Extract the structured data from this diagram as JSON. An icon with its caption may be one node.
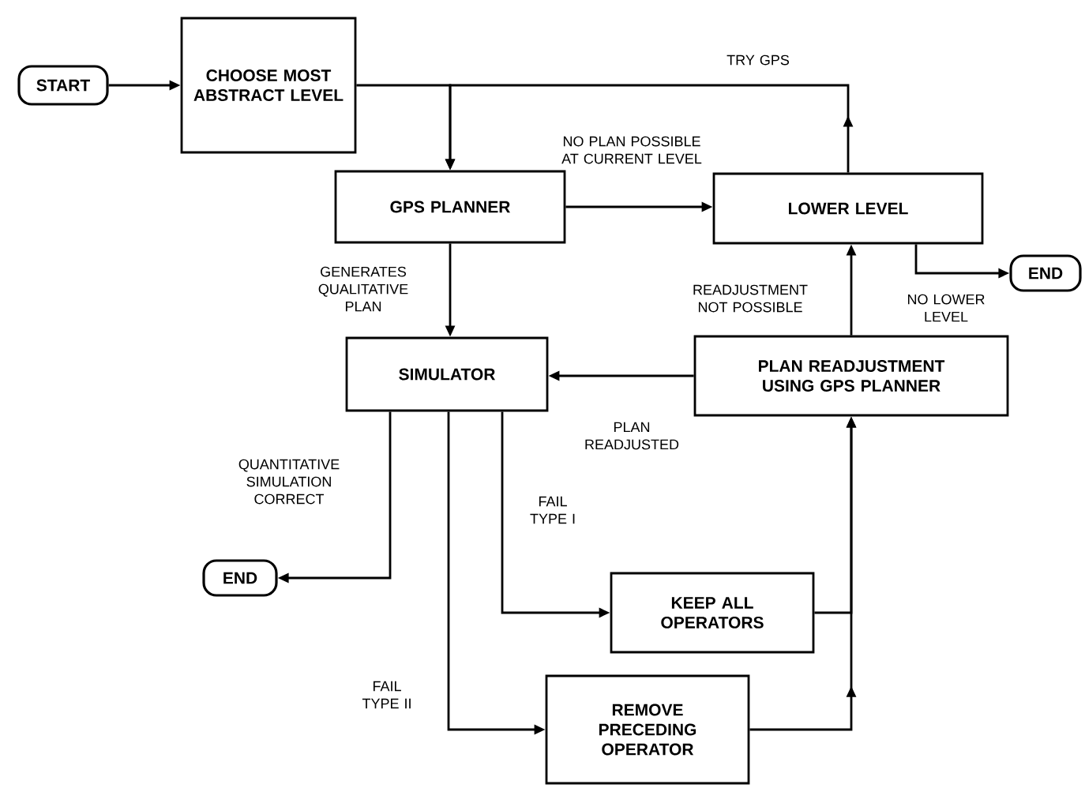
{
  "diagram": {
    "nodes": [
      {
        "text": [
          "START"
        ]
      },
      {
        "text": [
          "CHOOSE MOST ABSTRACT LEVEL"
        ]
      },
      {
        "text": [
          "GPS PLANNER"
        ]
      },
      {
        "text": [
          "LOWER LEVEL"
        ]
      },
      {
        "text": [
          "END"
        ]
      },
      {
        "text": [
          "PLAN READJUSTMENT USING GPS PLANNER"
        ]
      },
      {
        "text": [
          "SIMULATOR"
        ]
      },
      {
        "text": [
          "END"
        ]
      },
      {
        "text": [
          "KEEP ALL OPERATORS"
        ]
      },
      {
        "text": [
          "REMOVE PRECEDING OPERATOR"
        ]
      }
    ],
    "edges": [
      {
        "from": 0,
        "to": 1,
        "arrow": "to"
      },
      {
        "from": 1,
        "to": 2,
        "arrow": "to"
      },
      {
        "from": 3,
        "to": 2,
        "arrow": "to",
        "label": "TRY GPS"
      },
      {
        "from": 2,
        "to": 3,
        "arrow": "to",
        "label": "NO PLAN POSSIBLE AT CURRENT LEVEL"
      },
      {
        "from": 3,
        "to": 4,
        "arrow": "to",
        "label": "NO LOWER LEVEL"
      },
      {
        "from": 2,
        "to": 6,
        "arrow": "to",
        "label": "GENERATES QUALITATIVE PLAN"
      },
      {
        "from": 5,
        "to": 3,
        "arrow": "to",
        "label": "READJUSTMENT NOT POSSIBLE"
      },
      {
        "from": 5,
        "to": 6,
        "arrow": "to",
        "label": "PLAN READJUSTED"
      },
      {
        "from": 6,
        "to": 7,
        "arrow": "to",
        "label": "QUANTITATIVE SIMULATION CORRECT"
      },
      {
        "from": 6,
        "to": 8,
        "arrow": "to",
        "label": "FAIL TYPE I"
      },
      {
        "from": 6,
        "to": 9,
        "arrow": "to",
        "label": "FAIL TYPE II"
      },
      {
        "from": 8,
        "to": 5,
        "arrow": "to"
      },
      {
        "from": 9,
        "to": 5,
        "arrow": "to"
      }
    ]
  }
}
